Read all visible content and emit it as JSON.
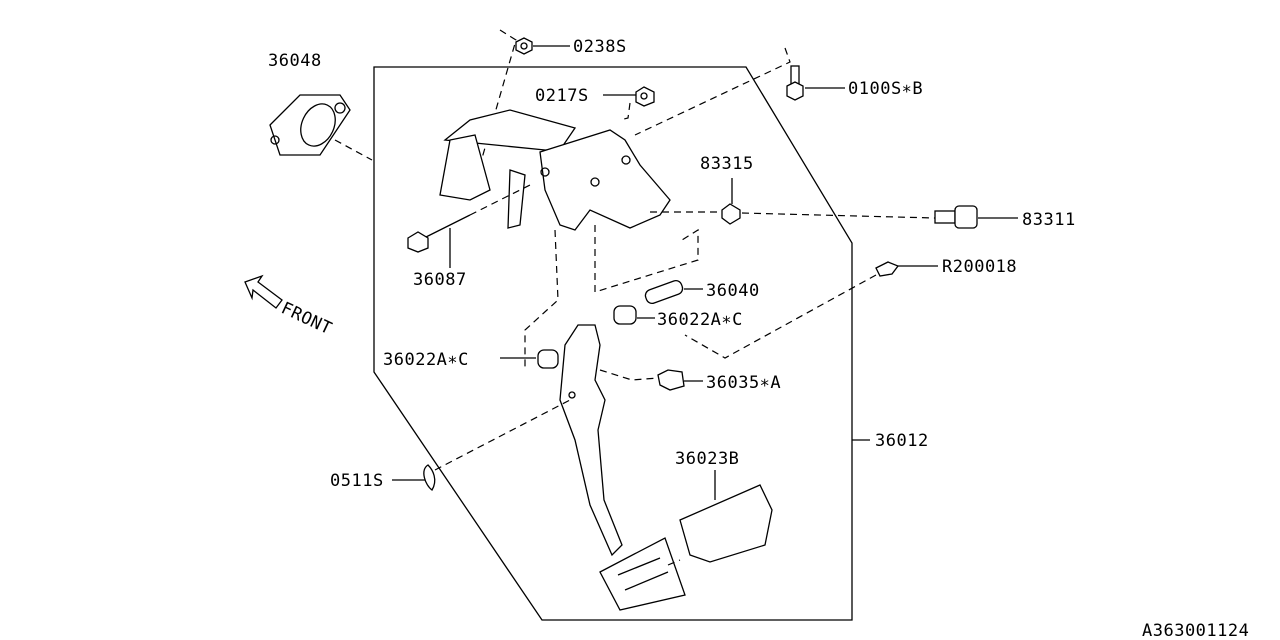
{
  "diagram": {
    "callouts": {
      "p36048": "36048",
      "p0238S": "0238S",
      "p0217S": "0217S",
      "p0100SB": "0100S∗B",
      "p83315": "83315",
      "p83311": "83311",
      "p36087": "36087",
      "pR200018": "R200018",
      "p36040": "36040",
      "p36022AC_right": "36022A∗C",
      "p36022AC_left": "36022A∗C",
      "p36035A": "36035∗A",
      "p36012": "36012",
      "p0511S": "0511S",
      "p36023B": "36023B"
    },
    "front_label": "FRONT",
    "diagram_code": "A363001124"
  }
}
